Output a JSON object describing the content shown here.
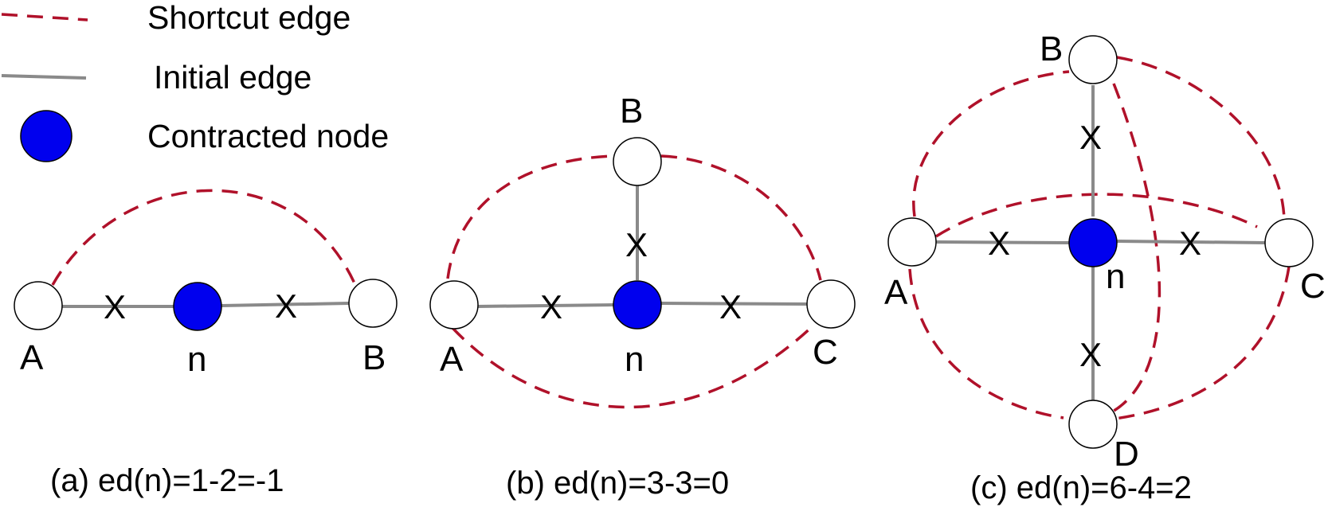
{
  "legend": {
    "shortcut_label": "Shortcut edge",
    "initial_label": "Initial edge",
    "contracted_label": "Contracted node"
  },
  "colors": {
    "shortcut": "#b0112a",
    "initial": "#8a8a8a",
    "contracted": "#0000ee",
    "node_fill": "#ffffff"
  },
  "edge_mark": "X",
  "panels": [
    {
      "caption": "(a) ed(n)=1-2=-1",
      "nodes": [
        {
          "id": "A",
          "label": "A"
        },
        {
          "id": "n",
          "label": "n",
          "contracted": true
        },
        {
          "id": "B",
          "label": "B"
        }
      ],
      "initial_edges": [
        [
          "A",
          "n"
        ],
        [
          "n",
          "B"
        ]
      ],
      "shortcut_edges": [
        [
          "A",
          "B"
        ]
      ]
    },
    {
      "caption": "(b) ed(n)=3-3=0",
      "nodes": [
        {
          "id": "B",
          "label": "B"
        },
        {
          "id": "A",
          "label": "A"
        },
        {
          "id": "n",
          "label": "n",
          "contracted": true
        },
        {
          "id": "C",
          "label": "C"
        }
      ],
      "initial_edges": [
        [
          "n",
          "B"
        ],
        [
          "A",
          "n"
        ],
        [
          "n",
          "C"
        ]
      ],
      "shortcut_edges": [
        [
          "A",
          "B"
        ],
        [
          "B",
          "C"
        ],
        [
          "A",
          "C"
        ]
      ]
    },
    {
      "caption": "(c) ed(n)=6-4=2",
      "nodes": [
        {
          "id": "B",
          "label": "B"
        },
        {
          "id": "A",
          "label": "A"
        },
        {
          "id": "n",
          "label": "n",
          "contracted": true
        },
        {
          "id": "C",
          "label": "C"
        },
        {
          "id": "D",
          "label": "D"
        }
      ],
      "initial_edges": [
        [
          "n",
          "B"
        ],
        [
          "A",
          "n"
        ],
        [
          "n",
          "C"
        ],
        [
          "n",
          "D"
        ]
      ],
      "shortcut_edges": [
        [
          "A",
          "B"
        ],
        [
          "B",
          "C"
        ],
        [
          "A",
          "C"
        ],
        [
          "B",
          "D"
        ],
        [
          "A",
          "D"
        ],
        [
          "C",
          "D"
        ]
      ]
    }
  ]
}
